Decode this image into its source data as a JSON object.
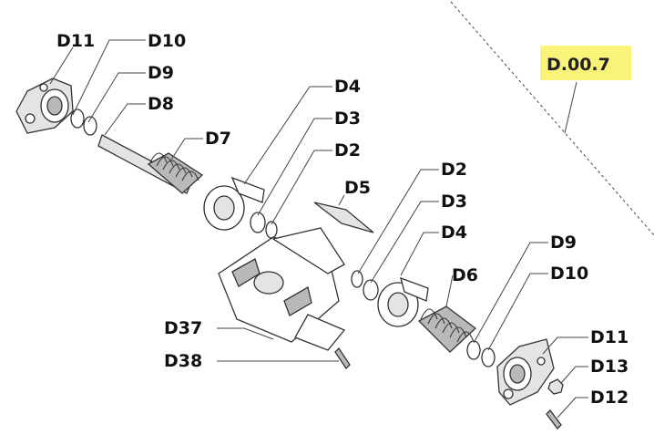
{
  "diagram": {
    "reference": "D.00.7",
    "highlight_color": "#faf37a",
    "labels": {
      "d11_top": "D11",
      "d10_top": "D10",
      "d9_top": "D9",
      "d8": "D8",
      "d7": "D7",
      "d4_top": "D4",
      "d3_top": "D3",
      "d2_top": "D2",
      "d5": "D5",
      "d2_mid": "D2",
      "d3_mid": "D3",
      "d4_mid": "D4",
      "d9_right": "D9",
      "d6": "D6",
      "d10_right": "D10",
      "d37": "D37",
      "d38": "D38",
      "d11_right": "D11",
      "d13": "D13",
      "d12": "D12"
    }
  }
}
